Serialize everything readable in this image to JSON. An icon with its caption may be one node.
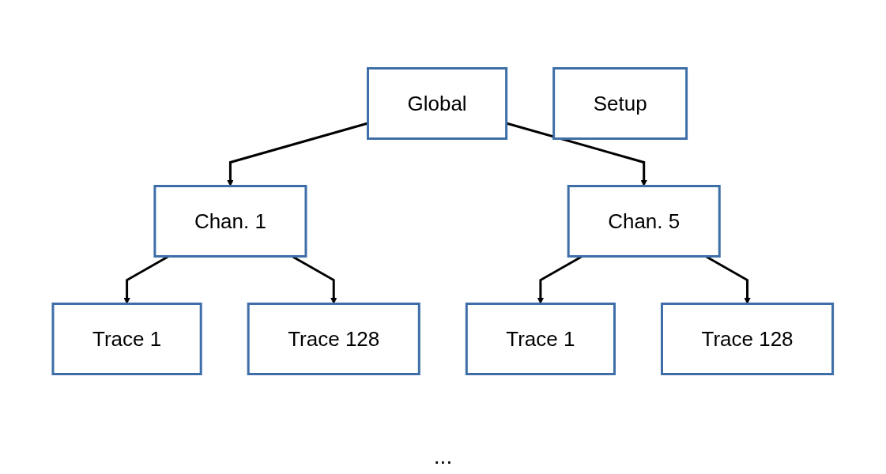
{
  "diagram": {
    "nodes": [
      {
        "text": [
          "Setup"
        ]
      },
      {
        "text": [
          "Global"
        ]
      },
      {
        "text": [
          "Chan. 1"
        ]
      },
      {
        "text": [
          "Chan. 5"
        ]
      },
      {
        "text": [
          "Trace 1"
        ]
      },
      {
        "text": [
          "Trace 128"
        ]
      },
      {
        "text": [
          "Trace 1"
        ]
      },
      {
        "text": [
          "Trace 128"
        ]
      }
    ],
    "edges": [
      {
        "from": 1,
        "to": 2,
        "arrow": "to"
      },
      {
        "from": 1,
        "to": 3,
        "arrow": "to"
      },
      {
        "from": 2,
        "to": 4,
        "arrow": "to"
      },
      {
        "from": 2,
        "to": 5,
        "arrow": "to"
      },
      {
        "from": 3,
        "to": 6,
        "arrow": "to"
      },
      {
        "from": 3,
        "to": 7,
        "arrow": "to"
      }
    ],
    "labels": [
      "..."
    ]
  }
}
